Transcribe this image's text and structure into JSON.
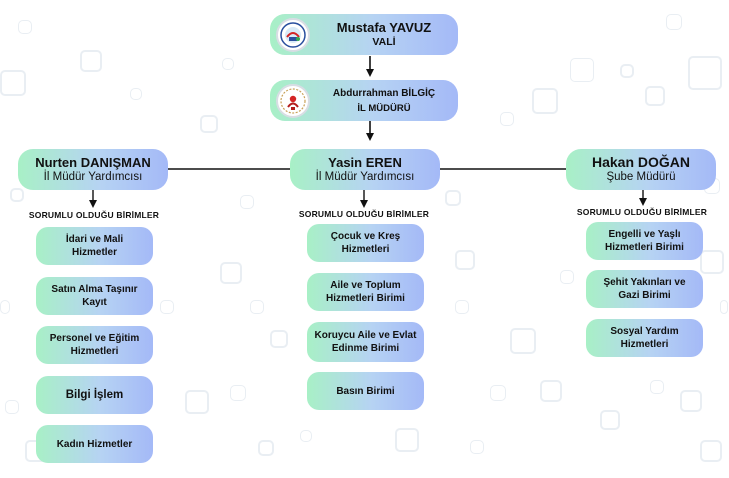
{
  "governor": {
    "name": "Mustafa YAVUZ",
    "title": "VALİ",
    "logo": "governorship-seal-icon"
  },
  "director": {
    "name": "Abdurrahman BİLGİÇ",
    "title": "İL MÜDÜRÜ",
    "logo": "ministry-emblem-icon"
  },
  "branches": [
    {
      "name": "Nurten DANIŞMAN",
      "title": "İl Müdür Yardımcısı",
      "units_header": "SORUMLU OLDUĞU BİRİMLER",
      "units": [
        "İdari ve Mali Hizmetler",
        "Satın Alma Taşınır Kayıt",
        "Personel ve Eğitim Hizmetleri",
        "Bilgi İşlem",
        "Kadın Hizmetler"
      ]
    },
    {
      "name": "Yasin EREN",
      "title": "İl Müdür Yardımcısı",
      "units_header": "SORUMLU OLDUĞU BİRİMLER",
      "units": [
        "Çocuk ve Kreş Hizmetleri",
        "Aile ve  Toplum Hizmetleri Birimi",
        "Koruycu Aile ve  Evlat Edinme Birimi",
        "Basın Birimi"
      ]
    },
    {
      "name": "Hakan DOĞAN",
      "title": "Şube Müdürü",
      "units_header": "SORUMLU OLDUĞU BİRİMLER",
      "units": [
        "Engelli ve Yaşlı Hizmetleri Birimi",
        "Şehit Yakınları ve Gazi Birimi",
        "Sosyal Yardım Hizmetleri"
      ]
    }
  ],
  "colors": {
    "gradient_start": "#a8f0c6",
    "gradient_mid": "#b6d3f3",
    "gradient_end": "#a4b9f7",
    "line": "#111111"
  }
}
